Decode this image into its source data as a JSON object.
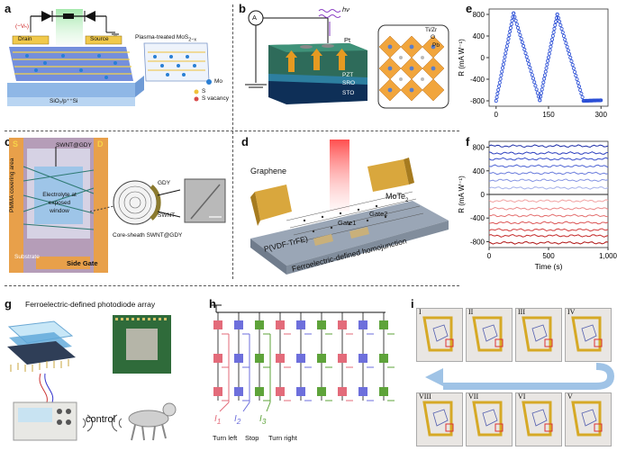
{
  "panels": {
    "a": {
      "label": "a",
      "drain": "Drain",
      "source": "Source",
      "vd": "(−Vₕ)",
      "plasma": "Plasma-treated MoS",
      "plasma_sub": "2−x",
      "substrate": "SiO₂/p⁺⁺Si",
      "legend": [
        "Mo",
        "S",
        "S vacancy"
      ]
    },
    "b": {
      "label": "b",
      "ammeter": "A",
      "hv": "hν",
      "pt": "Pt",
      "layers": [
        "PZT",
        "SRO",
        "STO"
      ],
      "atoms": [
        "Ti/Zr",
        "O",
        "Pb"
      ]
    },
    "c": {
      "label": "c",
      "s": "S",
      "d": "D",
      "swnt_gdy": "SWNT@GDY",
      "pmma": "PMMA covering area",
      "window": "Electrolyte at exposed window",
      "substrate": "Substrate",
      "gate": "Side Gate",
      "gdy": "GDY",
      "swnt": "SWNT",
      "caption": "Core-sheath SWNT@GDY"
    },
    "d": {
      "label": "d",
      "graphene": "Graphene",
      "mote": "MoTe",
      "mote_sub": "2",
      "pvdf": "P(VDF-TrFE)",
      "gate1": "Gate1",
      "gate2": "Gate2",
      "caption": "Ferroelectric-defined homojunction"
    },
    "e": {
      "label": "e",
      "ylabel": "R (mA W⁻¹)"
    },
    "f": {
      "label": "f",
      "ylabel": "R (mA W⁻¹)",
      "xlabel": "Time (s)"
    },
    "g": {
      "label": "g",
      "title": "Ferroelectric-defined photodiode array",
      "control": "control"
    },
    "h": {
      "label": "h",
      "outputs": [
        {
          "sym": "I",
          "sub": "1",
          "caption": "Turn left"
        },
        {
          "sym": "I",
          "sub": "2",
          "caption": "Stop"
        },
        {
          "sym": "I",
          "sub": "3",
          "caption": "Turn right"
        }
      ]
    },
    "i": {
      "label": "i",
      "frames_top": [
        "I",
        "II",
        "III",
        "IV"
      ],
      "frames_bottom": [
        "VIII",
        "VII",
        "VI",
        "V"
      ]
    }
  },
  "chart_data": [
    {
      "type": "scatter",
      "id": "e",
      "ylabel": "R (mA W⁻¹)",
      "xlim": [
        -20,
        320
      ],
      "ylim": [
        -900,
        900
      ],
      "xticks": [
        "0",
        "150",
        "300"
      ],
      "xtick_values": [
        0,
        150,
        300
      ],
      "yticks": [
        "800",
        "400",
        "0",
        "-400",
        "-800"
      ],
      "ytick_values": [
        800,
        400,
        0,
        -400,
        -800
      ],
      "series": [
        {
          "color": "#2b4fd6",
          "x": [
            0,
            50,
            125,
            175,
            250,
            300
          ],
          "y": [
            -800,
            820,
            -790,
            800,
            -800,
            -790
          ]
        }
      ]
    },
    {
      "type": "line",
      "id": "f",
      "ylabel": "R (mA W⁻¹)",
      "xlabel": "Time (s)",
      "xlim": [
        0,
        1000
      ],
      "ylim": [
        -900,
        900
      ],
      "xticks": [
        "0",
        "500",
        "1,000"
      ],
      "xtick_values": [
        0,
        500,
        1000
      ],
      "yticks": [
        "800",
        "400",
        "0",
        "-400",
        "-800"
      ],
      "ytick_values": [
        800,
        400,
        0,
        -400,
        -800
      ],
      "series": [
        {
          "color": "#1f2fa8",
          "level": 820
        },
        {
          "color": "#2c3fbf",
          "level": 700
        },
        {
          "color": "#3a50cc",
          "level": 600
        },
        {
          "color": "#5065d4",
          "level": 480
        },
        {
          "color": "#6a7cdc",
          "level": 360
        },
        {
          "color": "#8796e3",
          "level": 240
        },
        {
          "color": "#a4b0ea",
          "level": 110
        },
        {
          "color": "#222222",
          "level": 0
        },
        {
          "color": "#f1a3a3",
          "level": -110
        },
        {
          "color": "#ec8a8a",
          "level": -240
        },
        {
          "color": "#e46f6f",
          "level": -360
        },
        {
          "color": "#dc5555",
          "level": -480
        },
        {
          "color": "#d33d3d",
          "level": -600
        },
        {
          "color": "#c42828",
          "level": -700
        },
        {
          "color": "#b01515",
          "level": -820
        }
      ]
    }
  ]
}
